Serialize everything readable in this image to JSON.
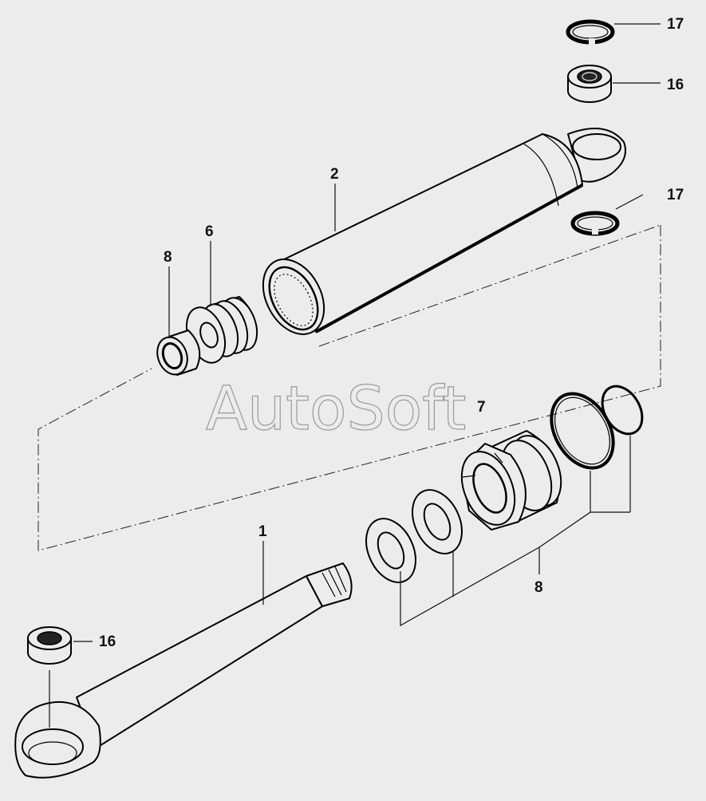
{
  "watermark": "AutoSoft",
  "callouts": {
    "rod_eye": "1",
    "cylinder_tube": "2",
    "piston": "6",
    "gland": "7",
    "piston_seal_kit": "8",
    "seal_kit": "8",
    "bearing_top": "16",
    "bearing_bottom": "16",
    "circlip_upper": "17",
    "circlip_lower": "17"
  }
}
